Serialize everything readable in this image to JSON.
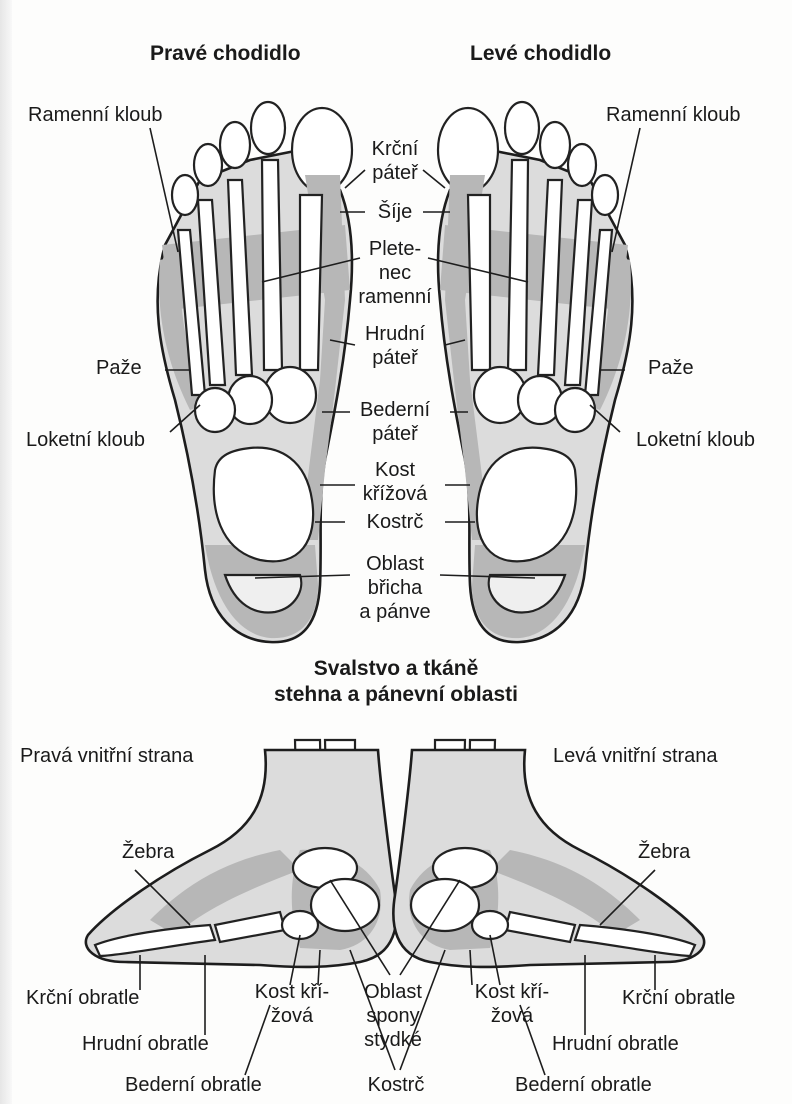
{
  "headings": {
    "right_sole": "Pravé chodidlo",
    "left_sole": "Levé chodidlo",
    "section_line1": "Svalstvo a tkáně",
    "section_line2": "stehna a pánevní oblasti"
  },
  "sole_labels": {
    "shoulder_joint_left": "Ramenní kloub",
    "shoulder_joint_right": "Ramenní kloub",
    "cervical_spine": [
      "Krční",
      "páteř"
    ],
    "neck": "Šíje",
    "shoulder_girdle": [
      "Plete-",
      "nec",
      "ramenní"
    ],
    "thoracic_spine": [
      "Hrudní",
      "páteř"
    ],
    "arm_left": "Paže",
    "arm_right": "Paže",
    "lumbar_spine": [
      "Bederní",
      "páteř"
    ],
    "elbow_left": "Loketní kloub",
    "elbow_right": "Loketní kloub",
    "sacrum": [
      "Kost",
      "křížová"
    ],
    "coccyx": "Kostrč",
    "abdomen_pelvis": [
      "Oblast",
      "břicha",
      "a pánve"
    ]
  },
  "side_labels": {
    "right_inner_side": "Pravá vnitřní strana",
    "left_inner_side": "Levá vnitřní strana",
    "ribs_left": "Žebra",
    "ribs_right": "Žebra",
    "cervical_vertebrae_left": "Krční obratle",
    "cervical_vertebrae_right": "Krční obratle",
    "sacrum_left": [
      "Kost kří-",
      "žová"
    ],
    "sacrum_right": [
      "Kost kří-",
      "žová"
    ],
    "pubic_area": [
      "Oblast",
      "spony",
      "stydké"
    ],
    "thoracic_vertebrae_left": "Hrudní obratle",
    "thoracic_vertebrae_right": "Hrudní obratle",
    "lumbar_vertebrae_left": "Bederní obratle",
    "lumbar_vertebrae_right": "Bederní obratle",
    "coccyx": "Kostrč"
  }
}
